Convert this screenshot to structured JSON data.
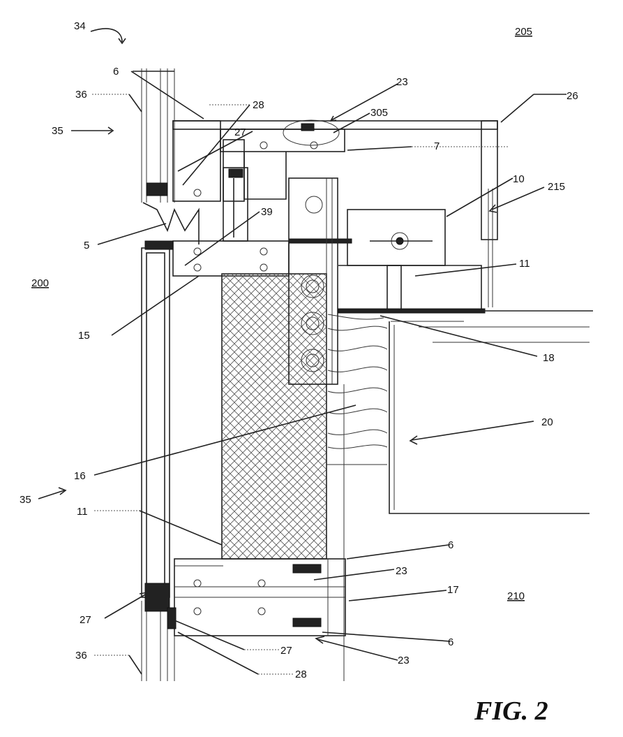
{
  "figure": {
    "title": "FIG. 2",
    "regions": {
      "r200": "200",
      "r205": "205",
      "r210": "210"
    },
    "labels": {
      "l34": "34",
      "l6a": "6",
      "l36a": "36",
      "l28a": "28",
      "l23a": "23",
      "l305": "305",
      "l26": "26",
      "l35a": "35",
      "l27a": "27",
      "l7": "7",
      "l10": "10",
      "l215": "215",
      "l39": "39",
      "l5": "5",
      "l11a": "11",
      "l15": "15",
      "l18": "18",
      "l20": "20",
      "l16": "16",
      "l35b": "35",
      "l11b": "11",
      "l6b": "6",
      "l23b": "23",
      "l17": "17",
      "l27b": "27",
      "l27c": "27",
      "l6c": "6",
      "l36b": "36",
      "l23c": "23",
      "l28b": "28"
    }
  }
}
